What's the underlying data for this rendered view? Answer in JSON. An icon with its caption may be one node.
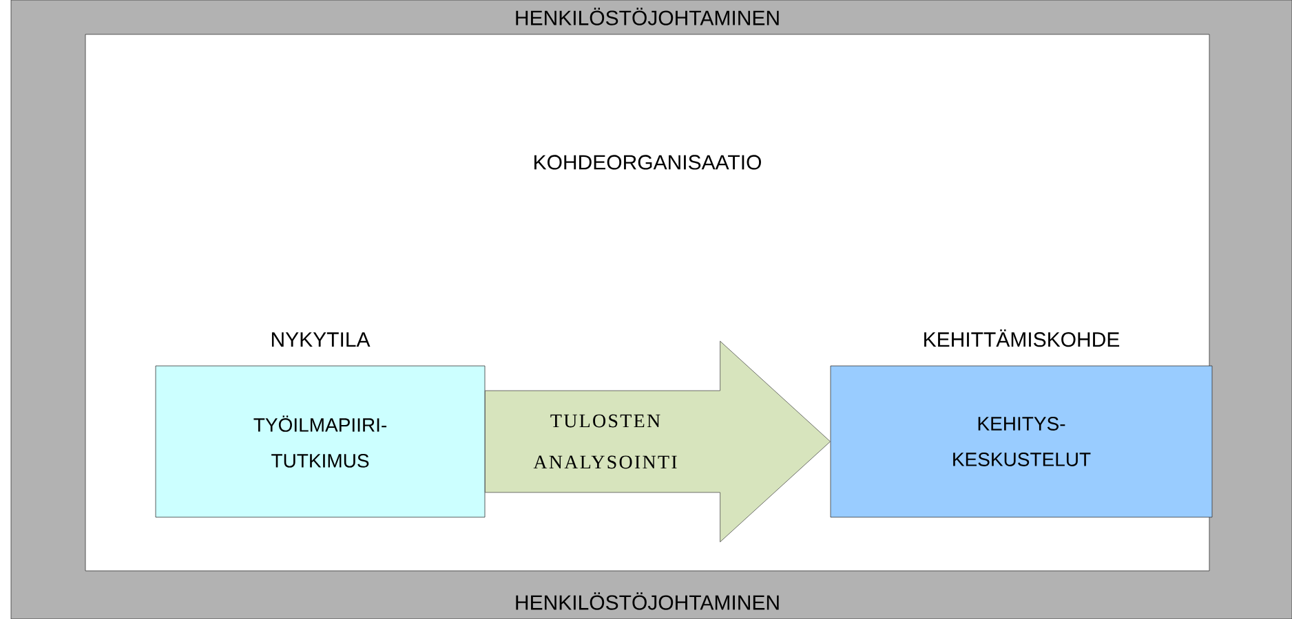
{
  "diagram": {
    "nodes": [
      {
        "text": [
          "HENKILÖSTÖJOHTAMINEN",
          "HENKILÖSTÖJOHTAMINEN"
        ]
      },
      {
        "text": [
          "KOHDEORGANISAATIO"
        ],
        "in": 0
      },
      {
        "text": [
          "NYKYTILA",
          "TYÖILMAPIIRI- TUTKIMUS"
        ],
        "in": 1
      },
      {
        "text": [
          "KEHITTÄMISKOHDE",
          "KEHITYS- KESKUSTELUT"
        ],
        "in": 1
      }
    ],
    "edges": [
      {
        "from": 2,
        "to": 3,
        "arrow": "to",
        "label": "TULOSTEN ANALYSOINTI",
        "color": "#d7e4bd"
      }
    ]
  }
}
